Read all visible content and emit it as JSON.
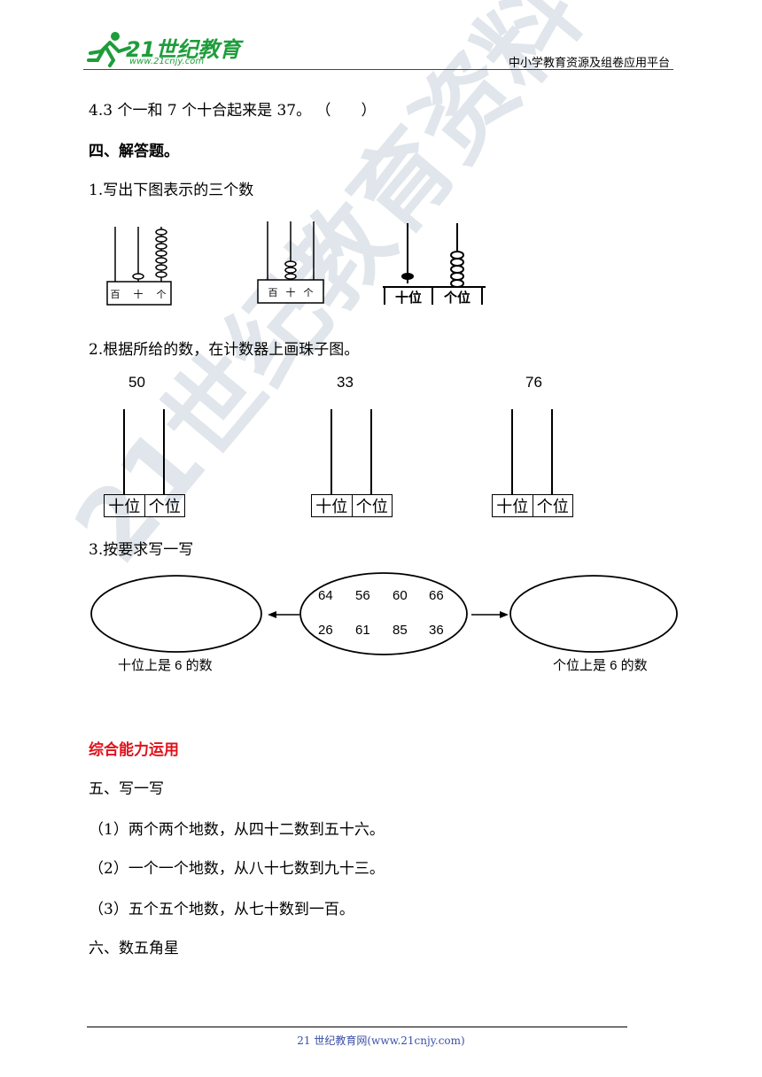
{
  "header": {
    "logo_main": "21世纪教育",
    "logo_sub": "www.21cnjy.com",
    "platform": "中小学教育资源及组卷应用平台"
  },
  "q_judge_4": "4.3 个一和 7 个十合起来是 37。 （　　）",
  "section4": {
    "title": "四、解答题。",
    "q1": "1.写出下图表示的三个数",
    "abacus": [
      {
        "labels": [
          "百",
          "十",
          "个"
        ],
        "beads": [
          0,
          1,
          7
        ]
      },
      {
        "labels": [
          "百",
          "十",
          "个"
        ],
        "beads": [
          0,
          3,
          0
        ]
      },
      {
        "labels": [
          "十位",
          "个位"
        ],
        "beads": [
          1,
          5
        ]
      }
    ],
    "q2": "2.根据所给的数，在计数器上画珠子图。",
    "counters": [
      {
        "number": "50",
        "tens": "十位",
        "ones": "个位"
      },
      {
        "number": "33",
        "tens": "十位",
        "ones": "个位"
      },
      {
        "number": "76",
        "tens": "十位",
        "ones": "个位"
      }
    ],
    "q3": "3.按要求写一写",
    "numbers_row1": [
      "64",
      "56",
      "60",
      "66"
    ],
    "numbers_row2": [
      "26",
      "61",
      "85",
      "36"
    ],
    "left_label": "十位上是 6 的数",
    "right_label": "个位上是 6 的数"
  },
  "comprehensive": "综合能力运用",
  "section5": {
    "title": "五、写一写",
    "items": [
      "（1）两个两个地数，从四十二数到五十六。",
      "（2）一个一个地数，从八十七数到九十三。",
      "（3）五个五个地数，从七十数到一百。"
    ]
  },
  "section6": {
    "title": "六、数五角星"
  },
  "watermark": "21世纪教育资料",
  "footer": "21 世纪教育网(www.21cnjy.com)"
}
